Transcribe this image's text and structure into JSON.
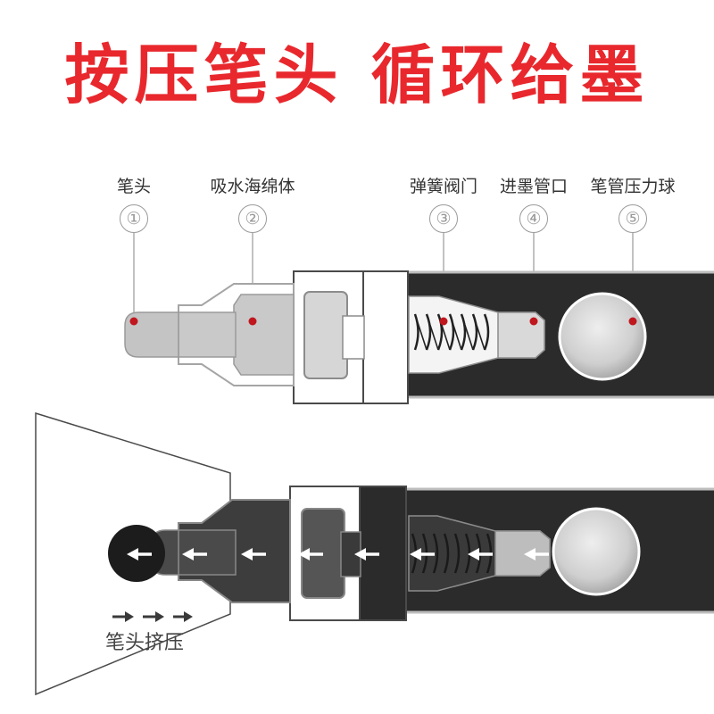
{
  "headline": "按压笔头  循环给墨",
  "parts": [
    {
      "number": "①",
      "label": "笔头"
    },
    {
      "number": "②",
      "label": "吸水海绵体"
    },
    {
      "number": "③",
      "label": "弹簧阀门"
    },
    {
      "number": "④",
      "label": "进墨管口"
    },
    {
      "number": "⑤",
      "label": "笔管压力球"
    }
  ],
  "bottom_caption": "笔头挤压",
  "colors": {
    "headline": "#e8282d",
    "marker_dot": "#c0161e",
    "barrel_dark": "#2b2b2b",
    "flow_arrow": "#ffffff"
  },
  "icons": [
    "flow-arrow-icon",
    "spring-icon",
    "pressure-ball-icon",
    "press-direction-arrow-icon"
  ]
}
